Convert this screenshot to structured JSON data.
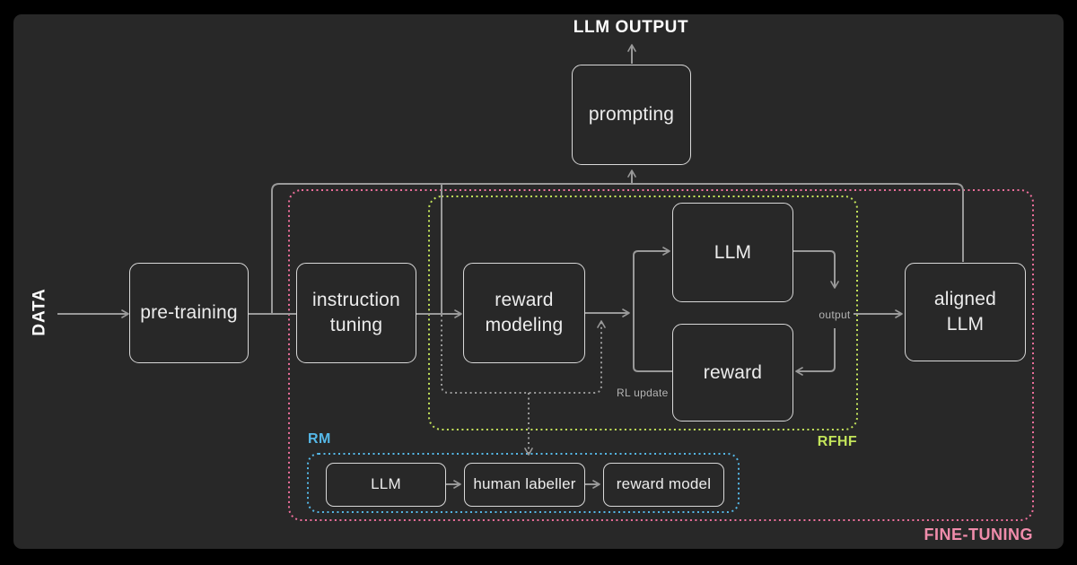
{
  "title": "LLM OUTPUT",
  "source_label": "DATA",
  "nodes": {
    "prompting": "prompting",
    "pre_training": "pre-training",
    "instruction_tuning": "instruction\ntuning",
    "reward_modeling": "reward\nmodeling",
    "rlhf_llm": "LLM",
    "rlhf_reward": "reward",
    "aligned_llm": "aligned\nLLM",
    "rm_llm": "LLM",
    "rm_human_labeller": "human labeller",
    "rm_reward_model": "reward model"
  },
  "edge_labels": {
    "output": "output",
    "rl_update": "RL update"
  },
  "group_labels": {
    "rm": "RM",
    "rlhf": "RFHF",
    "fine_tuning": "FINE-TUNING"
  },
  "colors": {
    "background": "#000000",
    "panel": "#282828",
    "connector": "#999999",
    "box_border": "#d8d8d8",
    "box_text": "#ececec",
    "muted_label": "#b3b3b3",
    "fine_tuning_pink": "#ef6f9c",
    "rlhf_green": "#c3e45a",
    "rm_blue": "#55b8e8"
  }
}
